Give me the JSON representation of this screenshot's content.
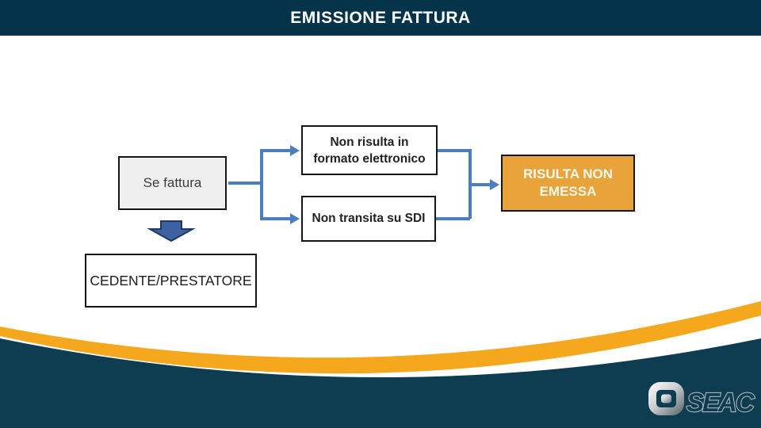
{
  "header": {
    "title": "EMISSIONE FATTURA"
  },
  "flowchart": {
    "se_fattura": {
      "label": "Se fattura"
    },
    "non_risulta": {
      "line1": "Non risulta in",
      "line2": "formato elettronico"
    },
    "non_transita": {
      "label": "Non transita su SDI"
    },
    "risulta_non_emessa": {
      "line1": "RISULTA NON",
      "line2": "EMESSA"
    },
    "cedente_prestatore": {
      "label": "CEDENTE/PRESTATORE"
    }
  },
  "footer": {
    "logo_text": "SEAC"
  },
  "colors": {
    "header_bg": "#05344a",
    "footer_teal": "#0e3c50",
    "swoosh_orange": "#f5a81e",
    "box_orange": "#e9a33b",
    "connector_blue": "#4a7ebc",
    "arrow_navy": "#3e61a2"
  }
}
